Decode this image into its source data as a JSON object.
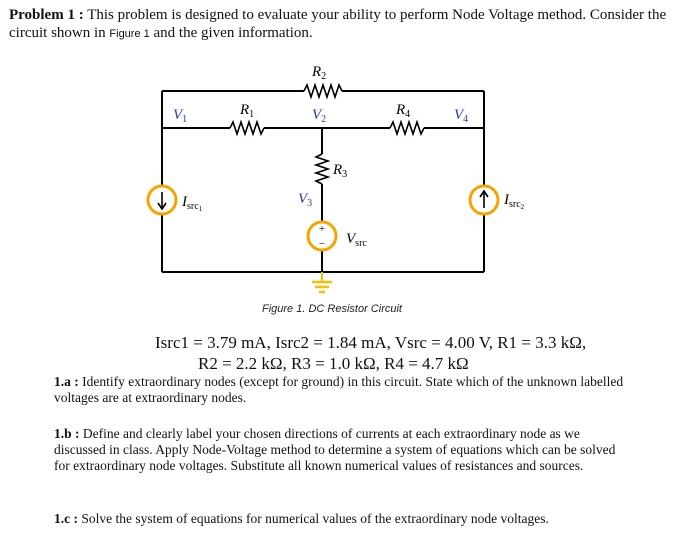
{
  "intro": {
    "label": "Problem 1 :",
    "text_a": " This problem is designed to evaluate your ability to perform Node Voltage method.  Consider the circuit shown in ",
    "figure_ref": "Figure 1",
    "text_b": " and the given information."
  },
  "circuit": {
    "labels": {
      "r1": "R",
      "r1_sub": "1",
      "r2": "R",
      "r2_sub": "2",
      "r3": "R",
      "r3_sub": "3",
      "r4": "R",
      "r4_sub": "4",
      "v1": "V",
      "v1_sub": "1",
      "v2": "V",
      "v2_sub": "2",
      "v3": "V",
      "v3_sub": "3",
      "v4": "V",
      "v4_sub": "4",
      "isrc1": "I",
      "isrc1_sub": "src",
      "isrc1_sub2": "1",
      "isrc2": "I",
      "isrc2_sub": "src",
      "isrc2_sub2": "2",
      "vsrc": "V",
      "vsrc_sub": "src",
      "plus": "+",
      "minus": "−"
    },
    "colors": {
      "wire": "#000000",
      "source": "#f5a400",
      "node_label": "#2a35a8",
      "ground": "#f5c000"
    },
    "caption": "Figure 1. DC Resistor Circuit"
  },
  "given": {
    "line1": "Isrc1 = 3.79  mA,  Isrc2  =  1.84  mA,  Vsrc = 4.00  V,  R1 = 3.3 kΩ,",
    "line2": "R2 = 2.2 kΩ,  R3  =  1.0 kΩ,  R4 = 4.7 kΩ"
  },
  "questions": [
    {
      "label": "1.a :",
      "text": " Identify extraordinary nodes (except for ground) in this circuit.  State which of the unknown labelled voltages are at extraordinary nodes."
    },
    {
      "label": "1.b :",
      "text": "  Define and clearly label your chosen directions of currents at each extraordinary node as we discussed in class.  Apply Node-Voltage method to determine a system of equations which can be solved for extraordinary node voltages.  Substitute all known numerical values of resistances and sources."
    },
    {
      "label": "1.c :",
      "text": "  Solve the system of equations for numerical values of the extraordinary node voltages."
    }
  ]
}
